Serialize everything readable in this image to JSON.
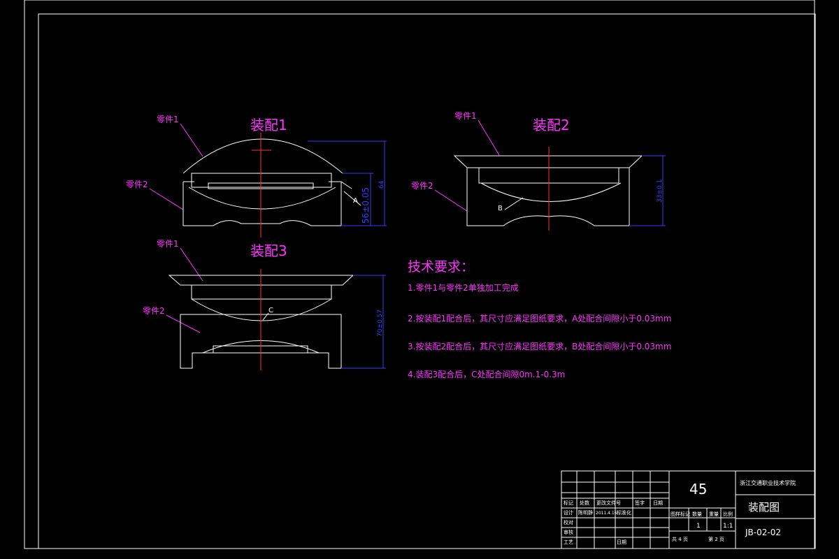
{
  "assemblies": {
    "a1": {
      "title": "装配1",
      "part1": "零件1",
      "part2": "零件2",
      "dim_fit": "56±0.05",
      "dim_total": "64",
      "label": "A"
    },
    "a2": {
      "title": "装配2",
      "part1": "零件1",
      "part2": "零件2",
      "dim_total": "33±0.1",
      "label": "B"
    },
    "a3": {
      "title": "装配3",
      "part1": "零件1",
      "part2": "零件2",
      "dim_total": "70±0.57",
      "label": "C"
    }
  },
  "tech_requirements": {
    "heading": "技术要求：",
    "items": [
      "1.零件1与零件2单独加工完成",
      "2.按装配1配合后，其尺寸应满足图纸要求，A处配合间隙小于0.03mm",
      "3.按装配2配合后，其尺寸应满足图纸要求，B处配合间隙小于0.03mm",
      "4.装配3配合后，C处配合间隙0m.1-0.3m"
    ]
  },
  "title_block": {
    "material": "45",
    "school": "浙江交通职业技术学院",
    "drawing_name": "装配图",
    "drawing_no": "JB-02-02",
    "col_labels": [
      "标记",
      "处数",
      "更改文件号",
      "签字",
      "日期"
    ],
    "row_labels": [
      "设计",
      "校对",
      "审核",
      "工艺"
    ],
    "designer": "陈明静",
    "design_date": "2011.4.16",
    "std": "标准化",
    "approve_date": "日期",
    "stage": "图样标记",
    "weight": "数量",
    "mass": "重量",
    "scale_label": "比例",
    "qty": "1",
    "scale": "1:1",
    "total_sheets": "共 4 页",
    "sheet_no": "第 2 页"
  },
  "colors": {
    "background": "#000000",
    "outline": "#ffffff",
    "annotation": "#ff33ff",
    "dimension": "#3a3aff",
    "centerline": "#ff3333"
  }
}
